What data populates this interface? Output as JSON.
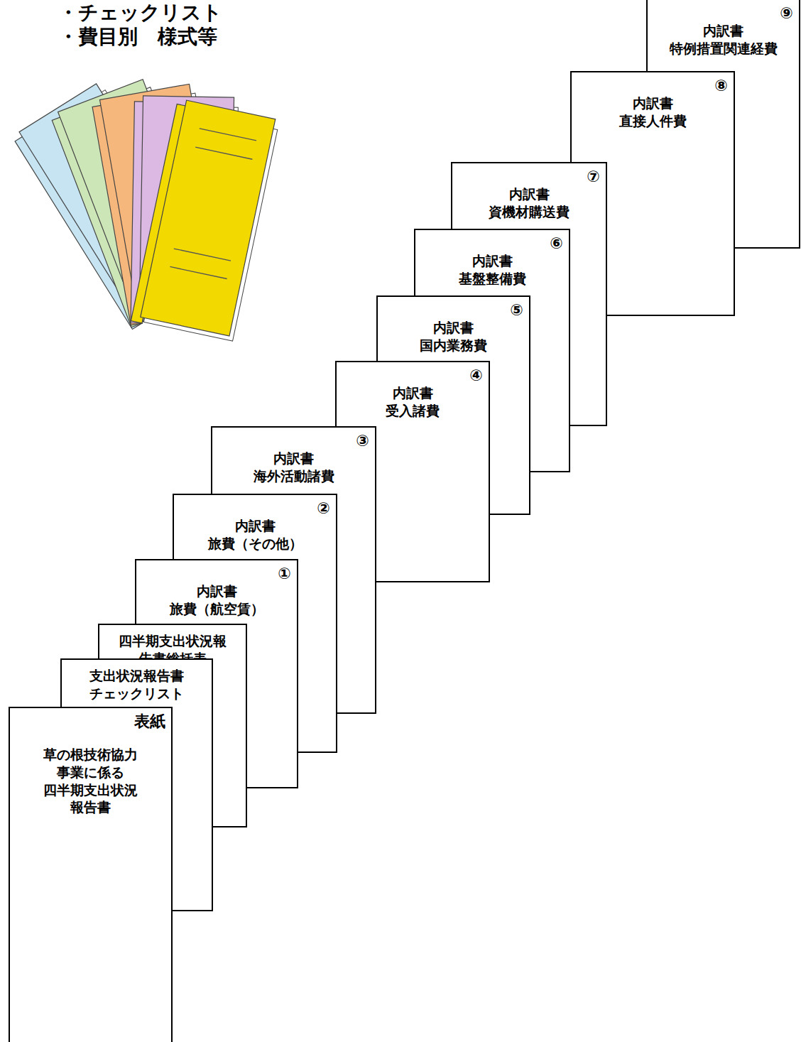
{
  "diagram": {
    "nodes": [
      {
        "text": [
          "表紙",
          "草の根技術協力 事業に係る 四半期支出状況 報告書"
        ]
      },
      {
        "text": [
          "支出状況報告書 チェックリスト"
        ]
      },
      {
        "text": [
          "四半期支出状況報告書総括表"
        ]
      },
      {
        "text": [
          "①",
          "内訳書",
          "旅費（航空賃）"
        ]
      },
      {
        "text": [
          "②",
          "内訳書",
          "旅費（その他）"
        ]
      },
      {
        "text": [
          "③",
          "内訳書",
          "海外活動諸費"
        ]
      },
      {
        "text": [
          "④",
          "内訳書",
          "受入諸費"
        ]
      },
      {
        "text": [
          "⑤",
          "内訳書",
          "国内業務費"
        ]
      },
      {
        "text": [
          "⑥",
          "内訳書",
          "基盤整備費"
        ]
      },
      {
        "text": [
          "⑦",
          "内訳書",
          "資機材購送費"
        ]
      },
      {
        "text": [
          "⑧",
          "内訳書",
          "直接人件費"
        ]
      },
      {
        "text": [
          "⑨",
          "内訳書",
          "特例措置関連経費"
        ]
      }
    ],
    "labels": [
      "・チェックリスト",
      "・費目別　様式等"
    ]
  }
}
